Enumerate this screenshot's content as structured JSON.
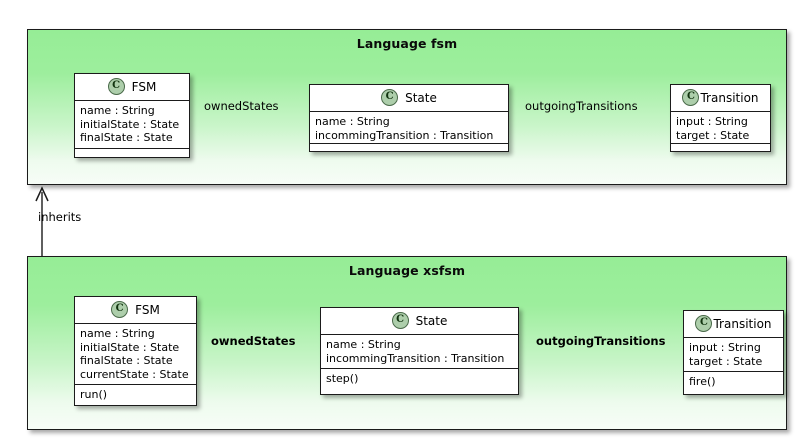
{
  "diagram": {
    "type": "uml-class-diagram",
    "packages": [
      {
        "id": "fsm",
        "title": "Language fsm",
        "classes": [
          {
            "id": "fsm-FSM",
            "name": "FSM",
            "icon": "C",
            "attributes": [
              "name : String",
              "initialState : State",
              "finalState : State"
            ],
            "operations": []
          },
          {
            "id": "fsm-State",
            "name": "State",
            "icon": "C",
            "attributes": [
              "name : String",
              "incommingTransition : Transition"
            ],
            "operations": []
          },
          {
            "id": "fsm-Transition",
            "name": "Transition",
            "icon": "C",
            "attributes": [
              "input : String",
              "target : State"
            ],
            "operations": []
          }
        ],
        "associations": [
          {
            "id": "fsm-ownedStates",
            "label": "ownedStates",
            "from": "FSM",
            "to": "State",
            "kind": "composition"
          },
          {
            "id": "fsm-outgoingTransitions",
            "label": "outgoingTransitions",
            "from": "State",
            "to": "Transition",
            "kind": "composition"
          }
        ]
      },
      {
        "id": "xsfsm",
        "title": "Language xsfsm",
        "classes": [
          {
            "id": "xsfsm-FSM",
            "name": "FSM",
            "icon": "C",
            "attributes": [
              "name : String",
              "initialState : State",
              "finalState : State",
              "currentState : State"
            ],
            "operations": [
              "run()"
            ]
          },
          {
            "id": "xsfsm-State",
            "name": "State",
            "icon": "C",
            "attributes": [
              "name : String",
              "incommingTransition : Transition"
            ],
            "operations": [
              "step()"
            ]
          },
          {
            "id": "xsfsm-Transition",
            "name": "Transition",
            "icon": "C",
            "attributes": [
              "input : String",
              "target : State"
            ],
            "operations": [
              "fire()"
            ]
          }
        ],
        "associations": [
          {
            "id": "xsfsm-ownedStates",
            "label": "ownedStates",
            "from": "FSM",
            "to": "State",
            "kind": "composition"
          },
          {
            "id": "xsfsm-outgoingTransitions",
            "label": "outgoingTransitions",
            "from": "State",
            "to": "Transition",
            "kind": "composition"
          }
        ]
      }
    ],
    "package_relation": {
      "id": "inherits",
      "label": "inherits",
      "from": "Language xsfsm",
      "to": "Language fsm",
      "kind": "dependency-arrow"
    },
    "colors": {
      "package_fill_top": "#96ed96",
      "package_fill_bottom": "#f7fdf7",
      "class_fill": "#ffffff",
      "line": "#1b1b1b",
      "icon_fill": "#adceab",
      "icon_border": "#4a6a4a",
      "text": "#000000",
      "background": "#ffffff"
    }
  }
}
